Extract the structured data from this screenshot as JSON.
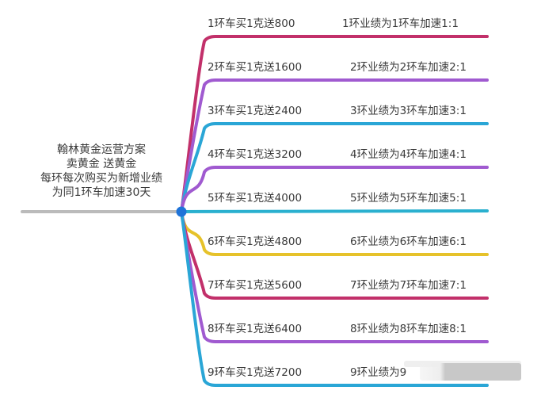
{
  "root": {
    "lines": [
      "翰林黄金运营方案",
      "卖黄金 送黄金",
      "每环每次购买为新增业绩",
      "为同1环车加速30天"
    ],
    "connector_color": "#bbbbbb",
    "hub_color": "#1e73d8"
  },
  "branches": [
    {
      "left": "1环车买1克送800",
      "right": "1环业绩为1环车加速1:1",
      "color": "#c2306a"
    },
    {
      "left": "2环车买1克送1600",
      "right": "2环业绩为2环车加速2:1",
      "color": "#a05ad0"
    },
    {
      "left": "3环车买1克送2400",
      "right": "3环业绩为3环车加速3:1",
      "color": "#2aa6d6"
    },
    {
      "left": "4环车买1克送3200",
      "right": "4环业绩为4环车加速4:1",
      "color": "#a05ad0"
    },
    {
      "left": "5环车买1克送4000",
      "right": "5环业绩为5环车加速5:1",
      "color": "#2ab0cf"
    },
    {
      "left": "6环车买1克送4800",
      "right": "6环业绩为6环车加速6:1",
      "color": "#e6c22a"
    },
    {
      "left": "7环车买1克送5600",
      "right": "7环业绩为7环车加速7:1",
      "color": "#c2306a"
    },
    {
      "left": "8环车买1克送6400",
      "right": "8环业绩为8环车加速8:1",
      "color": "#a05ad0"
    },
    {
      "left": "9环车买1克送7200",
      "right": "9环业绩为9",
      "color": "#2aa6d6"
    }
  ]
}
